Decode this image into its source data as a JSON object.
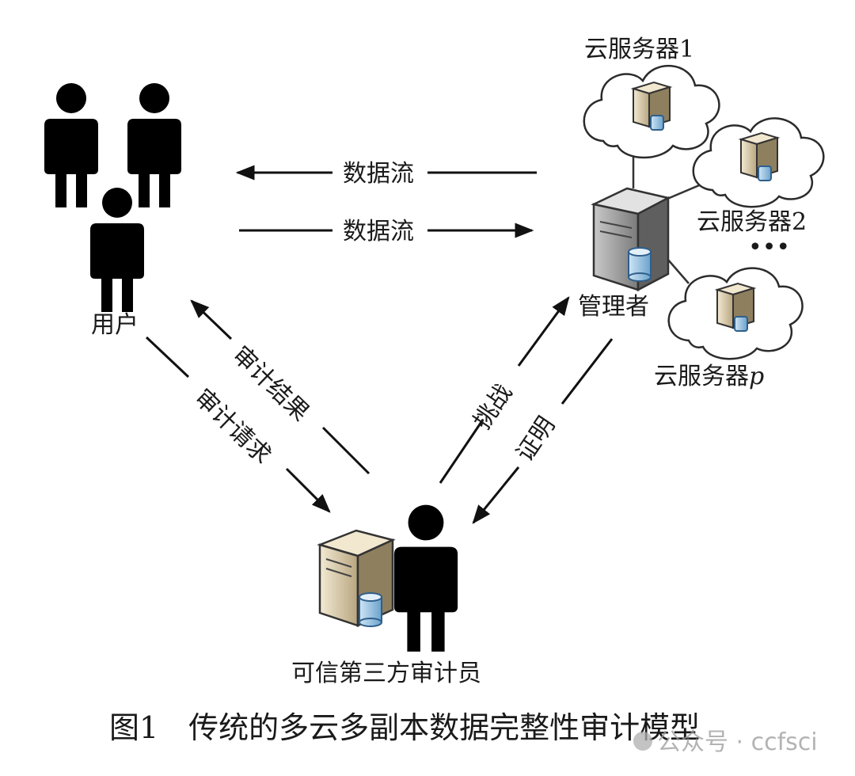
{
  "labels": {
    "users": "用户",
    "manager": "管理者",
    "auditor": "可信第三方审计员",
    "cloud1": "云服务器1",
    "cloud2": "云服务器2",
    "cloudp_prefix": "云服务器",
    "cloudp_suffix": "p",
    "ellipsis": "•••"
  },
  "flows": {
    "data_flow_to_user": "数据流",
    "data_flow_to_manager": "数据流",
    "audit_result": "审计结果",
    "audit_request": "审计请求",
    "challenge": "挑战",
    "proof": "证明"
  },
  "caption": "图1　传统的多云多副本数据完整性审计模型",
  "watermark": "公众号 · ccfsci"
}
